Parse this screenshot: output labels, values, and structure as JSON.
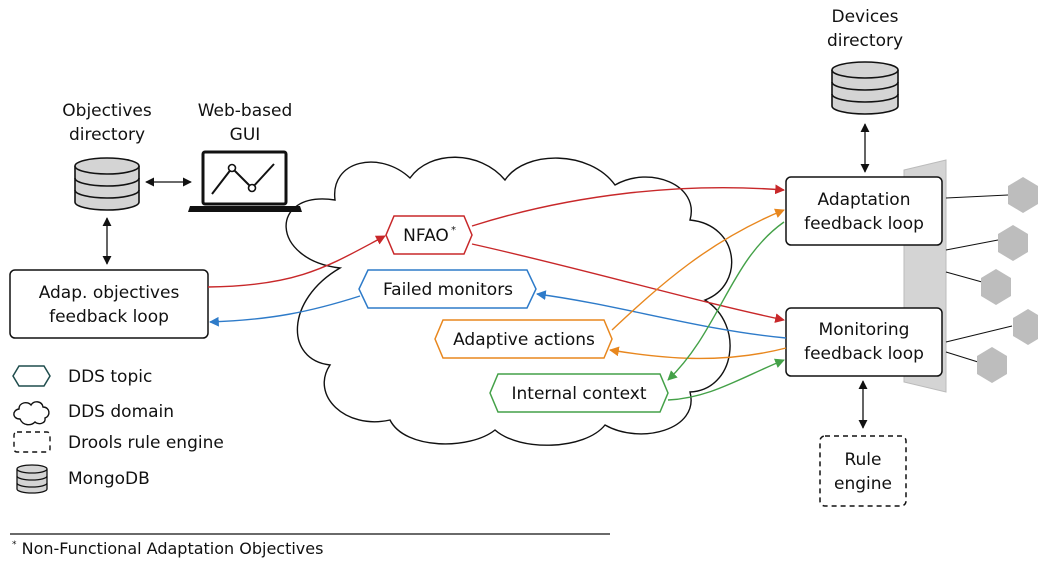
{
  "colors": {
    "red": "#c8282a",
    "blue": "#2e7bc9",
    "orange": "#e8871e",
    "green": "#44a148",
    "hexagon_gray": "#bdbdbd",
    "bar_gray": "#d4d4d4"
  },
  "nodes": {
    "devices_directory": {
      "line1": "Devices",
      "line2": "directory",
      "icon": "database-icon"
    },
    "objectives_directory": {
      "line1": "Objectives",
      "line2": "directory",
      "icon": "database-icon"
    },
    "web_gui": {
      "line1": "Web-based",
      "line2": "GUI",
      "icon": "laptop-chart-icon"
    },
    "adap_objectives_loop": {
      "line1": "Adap. objectives",
      "line2": "feedback loop"
    },
    "adaptation_loop": {
      "line1": "Adaptation",
      "line2": "feedback loop"
    },
    "monitoring_loop": {
      "line1": "Monitoring",
      "line2": "feedback loop"
    },
    "rule_engine": {
      "line1": "Rule",
      "line2": "engine"
    }
  },
  "topics": {
    "nfao": {
      "label": "NFAO",
      "marker": "*"
    },
    "failed_monitors": {
      "label": "Failed monitors"
    },
    "adaptive_actions": {
      "label": "Adaptive actions"
    },
    "internal_context": {
      "label": "Internal context"
    }
  },
  "legend": {
    "dds_topic": "DDS topic",
    "dds_domain": "DDS domain",
    "drools": "Drools rule engine",
    "mongodb": "MongoDB"
  },
  "footnote": {
    "marker": "*",
    "text": "Non-Functional Adaptation Objectives"
  }
}
